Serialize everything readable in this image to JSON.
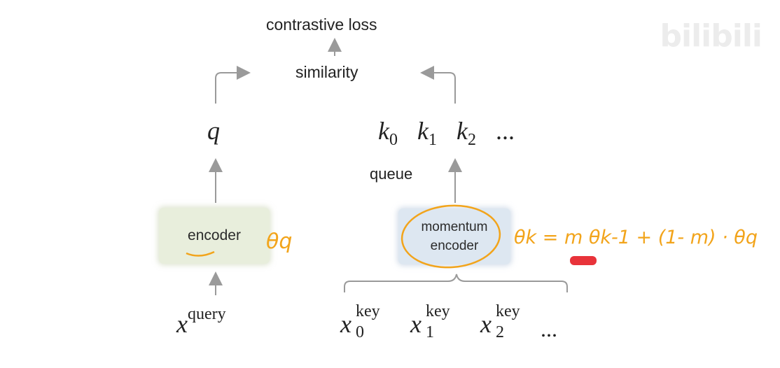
{
  "diagram": {
    "loss_label": "contrastive loss",
    "similarity_label": "similarity",
    "query_symbol": "q",
    "keys": {
      "k0": {
        "base": "k",
        "sub": "0"
      },
      "k1": {
        "base": "k",
        "sub": "1"
      },
      "k2": {
        "base": "k",
        "sub": "2"
      },
      "ellipsis": "..."
    },
    "queue_label": "queue",
    "encoder_label": "encoder",
    "momentum_encoder_label_line1": "momentum",
    "momentum_encoder_label_line2": "encoder",
    "x_query": {
      "base": "x",
      "sup": "query"
    },
    "x_keys": [
      {
        "base": "x",
        "sup": "key",
        "sub": "0"
      },
      {
        "base": "x",
        "sup": "key",
        "sub": "1"
      },
      {
        "base": "x",
        "sup": "key",
        "sub": "2"
      }
    ],
    "x_keys_ellipsis": "..."
  },
  "annotations": {
    "theta_q": "θq",
    "momentum_update": "θk = m θk-1 + (1- m) · θq",
    "ink_color": "#f2a41b",
    "marker_color": "#e8333a"
  },
  "watermark": "bilibili",
  "colors": {
    "encoder_fill": "#e8eedc",
    "momentum_fill": "#dde7f1",
    "arrow": "#9a9a9a"
  }
}
